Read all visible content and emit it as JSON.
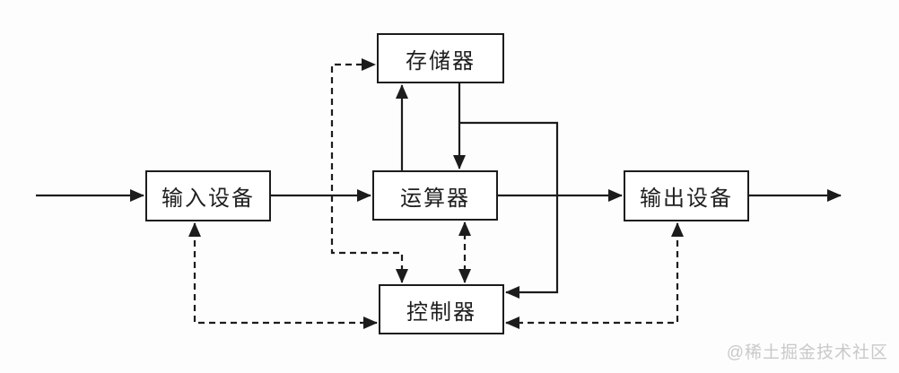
{
  "diagram": {
    "type": "block-diagram",
    "subject": "computer-architecture-von-neumann",
    "nodes": {
      "memory": {
        "label": "存储器"
      },
      "input": {
        "label": "输入设备"
      },
      "alu": {
        "label": "运算器"
      },
      "output": {
        "label": "输出设备"
      },
      "controller": {
        "label": "控制器"
      }
    },
    "edges": [
      {
        "id": "external-to-input",
        "from": "external-left",
        "to": "input",
        "style": "solid",
        "arrows": "to"
      },
      {
        "id": "input-to-alu",
        "from": "input",
        "to": "alu",
        "style": "solid",
        "arrows": "to"
      },
      {
        "id": "alu-to-memory",
        "from": "alu",
        "to": "memory",
        "style": "solid",
        "arrows": "to"
      },
      {
        "id": "memory-to-alu",
        "from": "memory",
        "to": "alu",
        "style": "solid",
        "arrows": "to"
      },
      {
        "id": "memory-to-controller",
        "from": "memory",
        "to": "controller",
        "style": "solid",
        "arrows": "to"
      },
      {
        "id": "alu-to-output",
        "from": "alu",
        "to": "output",
        "style": "solid",
        "arrows": "to"
      },
      {
        "id": "output-to-external",
        "from": "output",
        "to": "external-right",
        "style": "solid",
        "arrows": "to"
      },
      {
        "id": "controller-memory",
        "from": "controller",
        "to": "memory",
        "style": "dashed",
        "arrows": "both"
      },
      {
        "id": "controller-alu",
        "from": "controller",
        "to": "alu",
        "style": "dashed",
        "arrows": "both"
      },
      {
        "id": "controller-input",
        "from": "controller",
        "to": "input",
        "style": "dashed",
        "arrows": "both"
      },
      {
        "id": "controller-output",
        "from": "controller",
        "to": "output",
        "style": "dashed",
        "arrows": "both"
      }
    ]
  },
  "watermark": {
    "text": "@稀土掘金技术社区"
  },
  "colors": {
    "line": "#1c1c1c",
    "box_border": "#1c1c1c",
    "box_fill": "#ffffff",
    "background": "#ffffff",
    "text": "#1f1f1f",
    "watermark": "#c9c9c9"
  }
}
